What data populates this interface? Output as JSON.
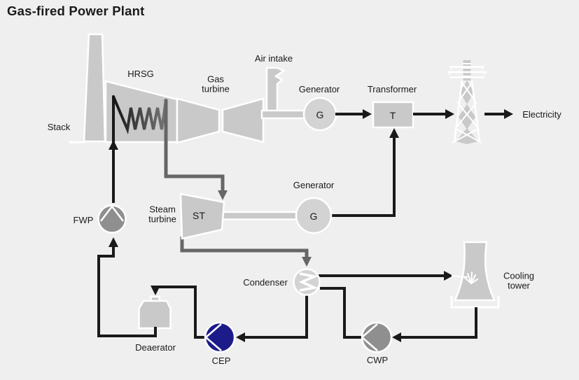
{
  "title": "Gas-fired Power Plant",
  "labels": {
    "stack": "Stack",
    "hrsg": "HRSG",
    "gas_turbine": "Gas turbine",
    "air_intake": "Air intake",
    "generator": "Generator",
    "transformer": "Transformer",
    "electricity": "Electricity",
    "steam_turbine": "Steam turbine",
    "condenser": "Condenser",
    "cooling_tower": "Cooling tower",
    "deaerator": "Deaerator",
    "fwp": "FWP",
    "cep": "CEP",
    "cwp": "CWP"
  },
  "component_letters": {
    "generator": "G",
    "transformer": "T",
    "steam_turbine": "ST"
  },
  "colors": {
    "background": "#efefef",
    "equipment_gray": "#c9c9c9",
    "equipment_light_gray": "#d3d3d3",
    "outline_white": "#ffffff",
    "pump_gray": "#8f8f8f",
    "cep_pump_blue": "#1b1b8a",
    "water_pipe_black": "#1a1a1a",
    "steam_pipe_gray": "#666666",
    "text_color": "#1a1a1a"
  }
}
